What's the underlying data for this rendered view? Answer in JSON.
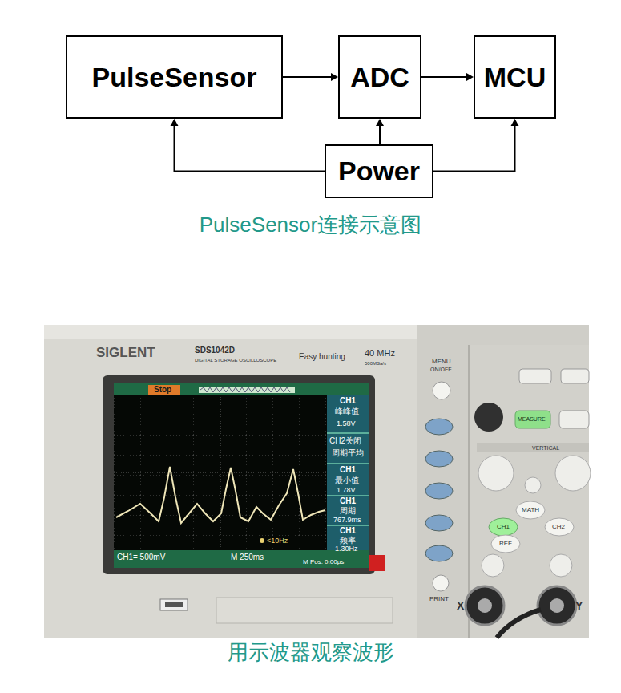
{
  "diagram": {
    "caption": "PulseSensor连接示意图",
    "nodes": [
      {
        "text": [
          "PulseSensor"
        ]
      },
      {
        "text": [
          "ADC"
        ]
      },
      {
        "text": [
          "MCU"
        ]
      },
      {
        "text": [
          "Power"
        ]
      }
    ],
    "edges": [
      {
        "from": 0,
        "to": 1,
        "arrow": "to"
      },
      {
        "from": 1,
        "to": 2,
        "arrow": "to"
      },
      {
        "from": 3,
        "to": 0,
        "arrow": "to"
      },
      {
        "from": 3,
        "to": 1,
        "arrow": "to"
      },
      {
        "from": 3,
        "to": 2,
        "arrow": "to"
      }
    ],
    "labels": [
      "SIGLENT",
      "SDS1042D",
      "DIGITAL STORAGE OSCILLOSCOPE",
      "Easy hunting",
      "40 MHz",
      "500MSa/s",
      "MENU",
      "ON/OFF",
      "Stop",
      "CH1",
      "峰峰值",
      "1.58V",
      "CH2关闭",
      "周期平均",
      "CH1",
      "最小值",
      "1.78V",
      "CH1",
      "周期",
      "767.9ms",
      "CH1",
      "频率",
      "1.30Hz",
      "<10Hz",
      "CH1= 500mV",
      "M 250ms",
      "M Pos: 0.00μs",
      "MEASURE",
      "VERTICAL",
      "MATH",
      "CH1",
      "REF",
      "CH2",
      "PRINT",
      "X",
      "Y",
      "用示波器观察波形"
    ]
  }
}
